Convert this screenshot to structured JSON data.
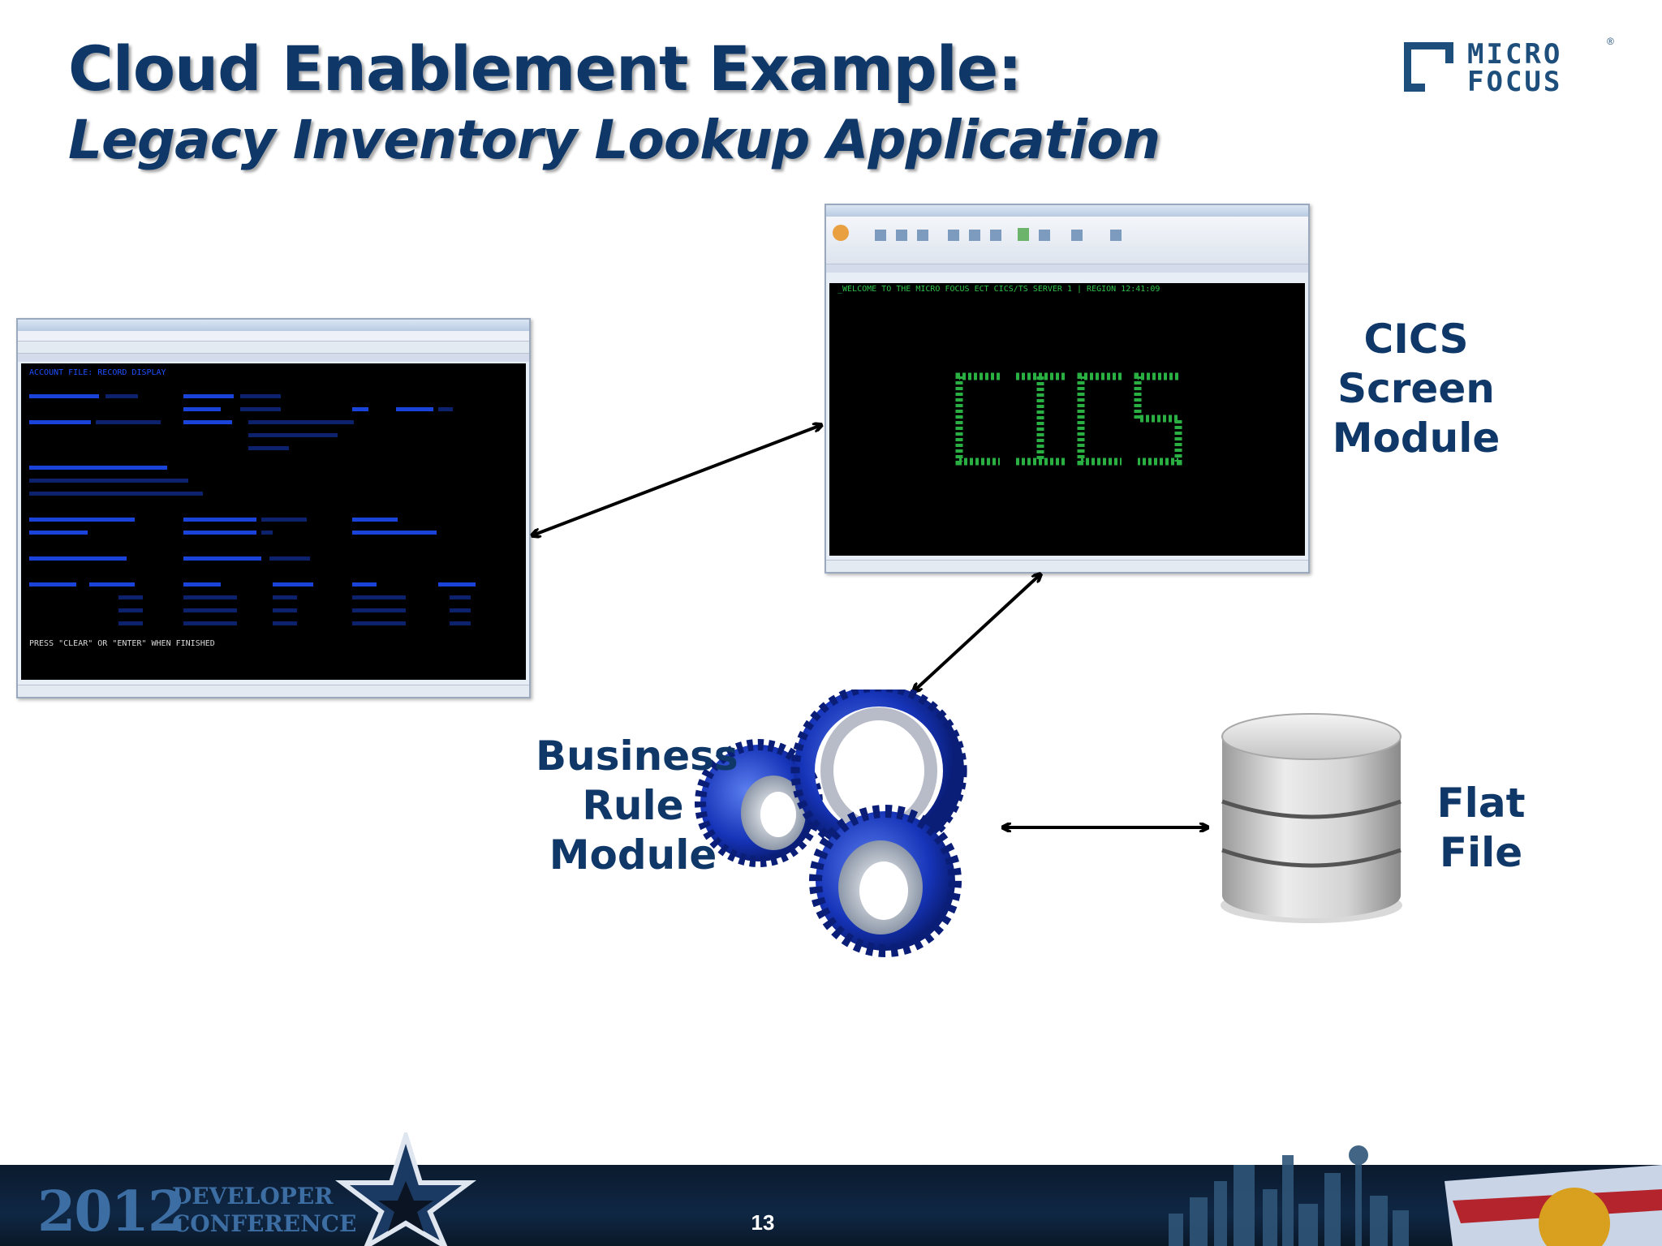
{
  "slide": {
    "title": "Cloud Enablement Example:",
    "subtitle": "Legacy Inventory Lookup Application",
    "page_number": "13"
  },
  "logo": {
    "line1": "MICRO",
    "line2": "FOCUS"
  },
  "modules": {
    "cics": {
      "line1": "CICS",
      "line2": "Screen",
      "line3": "Module"
    },
    "business": {
      "line1": "Business",
      "line2": "Rule",
      "line3": "Module"
    },
    "flatfile": {
      "line1": "Flat",
      "line2": "File"
    }
  },
  "legacy_terminal": {
    "heading": "ACCOUNT FILE: RECORD DISPLAY",
    "footer_prompt": "PRESS \"CLEAR\" OR \"ENTER\" WHEN FINISHED"
  },
  "cics_terminal": {
    "welcome": "_WELCOME TO THE MICRO FOCUS ECT CICS/TS SERVER 1 | REGION 12:41:09"
  },
  "footer": {
    "year": "2012",
    "conf_line1": "DEVELOPER",
    "conf_line2": "CONFERENCE"
  },
  "colors": {
    "title": "#0f3868",
    "terminal_bg": "#000000",
    "terminal_green": "#2ec24a",
    "terminal_blue": "#1f4fff",
    "footer_bg": "#0f2744"
  }
}
